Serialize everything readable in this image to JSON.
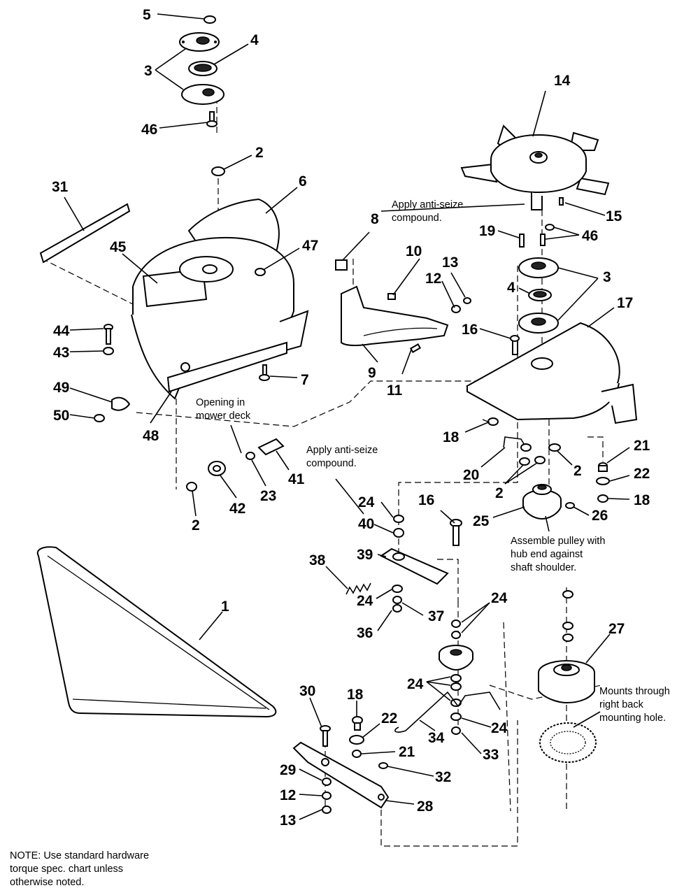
{
  "callouts": {
    "c5": "5",
    "c4a": "4",
    "c3a": "3",
    "c46a": "46",
    "c14": "14",
    "c2a": "2",
    "c6": "6",
    "c31": "31",
    "c45": "45",
    "c47": "47",
    "c8": "8",
    "c10": "10",
    "c13a": "13",
    "c12a": "12",
    "c15": "15",
    "c19": "19",
    "c46b": "46",
    "c3b": "3",
    "c4b": "4",
    "c17": "17",
    "c16a": "16",
    "c44": "44",
    "c43": "43",
    "c9": "9",
    "c11": "11",
    "c7": "7",
    "c49": "49",
    "c50": "50",
    "c48": "48",
    "c18a": "18",
    "c41": "41",
    "c23": "23",
    "c42": "42",
    "c2b": "2",
    "c21a": "21",
    "c20": "20",
    "c2c": "2",
    "c2d": "2",
    "c22a": "22",
    "c18b": "18",
    "c24a": "24",
    "c40": "40",
    "c16b": "16",
    "c25": "25",
    "c26": "26",
    "c38": "38",
    "c39": "39",
    "c24b": "24",
    "c37": "37",
    "c36": "36",
    "c24c": "24",
    "c1": "1",
    "c27": "27",
    "c24d": "24",
    "c30": "30",
    "c18c": "18",
    "c22b": "22",
    "c21b": "21",
    "c34": "34",
    "c24e": "24",
    "c33": "33",
    "c29": "29",
    "c32": "32",
    "c12b": "12",
    "c13b": "13",
    "c28": "28"
  },
  "notes": {
    "anti_seize_top": [
      "Apply anti-seize",
      "compound."
    ],
    "anti_seize_mid": [
      "Apply anti-seize",
      "compound."
    ],
    "opening": [
      "Opening in",
      "mower deck"
    ],
    "pulley": [
      "Assemble pulley with",
      "hub end against",
      "shaft shoulder."
    ],
    "mounts": [
      "Mounts through",
      "right back",
      "mounting hole."
    ],
    "footer": [
      "NOTE: Use standard hardware",
      "torque spec. chart unless",
      "otherwise noted."
    ]
  }
}
